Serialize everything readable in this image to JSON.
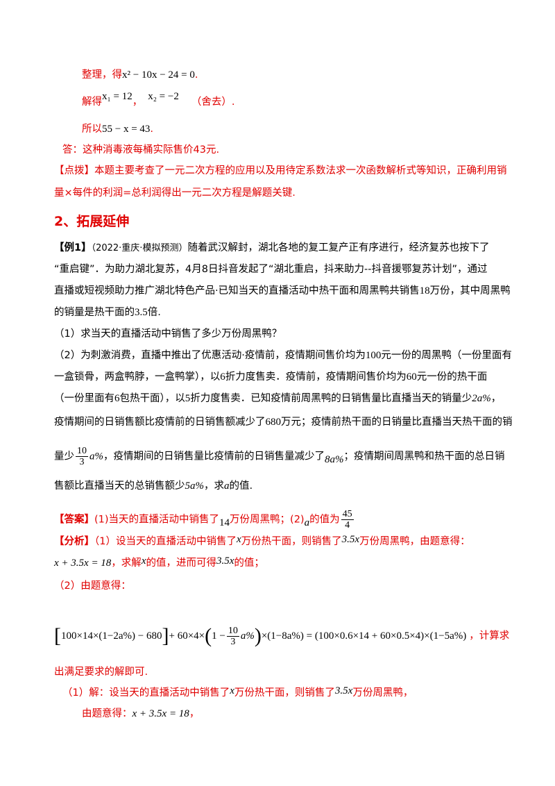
{
  "solution_part1": {
    "tidy_label": "整理，得",
    "tidy_eq": "x² − 10x − 24 = 0",
    "tidy_end": ".",
    "solve_label": "解得",
    "x1": "x₁ = 12",
    "sep": "，",
    "x2": "x₂ = −2",
    "discard": "（舍去）.",
    "so_label": "所以",
    "so_eq": "55 − x = 43",
    "so_end": ".",
    "answer": "答：这种消毒液每桶实际售价43元."
  },
  "tip": {
    "line1": "【点拨】本题主要考查了一元二次方程的应用以及用待定系数法求一次函数解析式等知识，正确利用销",
    "line2": "量×每件的利润=总利润得出一元二次方程是解题关键."
  },
  "section_title": "2、拓展延伸",
  "example": {
    "tag": "【例1】",
    "src": "（2022·重庆·模拟预测）",
    "l1": "随着武汉解封，湖北各地的复工复产正有序进行，经济复苏也按下了",
    "l2": "“重启键”．为助力湖北复苏，4月8日抖音发起了“湖北重启，抖来助力--抖音援鄂复苏计划”，通过",
    "l3a": "直播或短视频助力推广湖北特色产品·已知当天的直播活动中热干面和周黑鸭共销售",
    "l3n": "18",
    "l3b": "万份，其中周黑鸭",
    "l4a": "的销量是热干面的",
    "l4n": "3.5",
    "l4b": "倍.",
    "q1": "（1）求当天的直播活动中销售了多少万份周黑鸭？",
    "q2a": "（2）为刺激消费，直播中推出了优惠活动·疫情前，疫情期间售价均为",
    "q2n": "100",
    "q2b": "元一份的周黑鸭（一份里面有",
    "q3a": "一盒锁骨，两盒鸭脖，一盒鸭掌），以",
    "q3n": "6",
    "q3b": "折力度售卖．疫情前，疫情期间售价均为",
    "q3n2": "60",
    "q3c": "元一份的热干面",
    "q4a": "（一份里面有",
    "q4n": "6",
    "q4b": "包热干面），以",
    "q4n2": "5",
    "q4c": "折力度售卖．已知疫情前周黑鸭的日销售量比直播当天的销量少",
    "q4m": "2a%",
    "q4d": "，",
    "q5a": "疫情期间的日销售额比疫情前的日销售额减少了",
    "q5n": "680",
    "q5b": "万元；疫情前热干面的日销量比直播当天热干面的销",
    "q6a": "量少",
    "q6fn": "10",
    "q6fd": "3",
    "q6m": "a%",
    "q6b": "，疫情期间的日销售量比疫情前的日销售量减少了",
    "q6m2": "8a%",
    "q6c": "；疫情期间周黑鸭和热干面的总日销",
    "q7a": "售额比直播当天的总销售额少",
    "q7m": "5a%",
    "q7b": "，求",
    "q7m2": "a",
    "q7c": "的值."
  },
  "answer_block": {
    "tag": "【答案】",
    "a1": "(1)当天的直播活动中销售了",
    "a1n": "14",
    "a1b": "万份周黑鸭；(2)",
    "a1m": "a",
    "a1c": "的值为",
    "fn": "45",
    "fd": "4"
  },
  "analysis": {
    "tag": "【分析】",
    "l1a": "（1）设当天的直播活动中销售了",
    "l1m": "x",
    "l1b": "万份热干面，则销售了",
    "l1m2": "3.5x",
    "l1c": "万份周黑鸭，由题意得：",
    "l2eq": "x + 3.5x = 18",
    "l2a": "，求解",
    "l2m": "x",
    "l2b": "的值，进而可得",
    "l2m2": "3.5x",
    "l2c": "的值；",
    "l3": "（2）由题意得：",
    "eq_a": "100×14×(1−2a%) − 680",
    "eq_b": "+ 60×4×",
    "eq_c": "1 −",
    "eq_fn": "10",
    "eq_fd": "3",
    "eq_d": "a%",
    "eq_e": "×(1−8a%) = (100×0.6×14 + 60×0.5×4)×(1−5a%)",
    "eq_tail": "，计算求",
    "l5": "出满足要求的解即可."
  },
  "solution2": {
    "l1a": "（1）解：设当天的直播活动中销售了",
    "l1m": "x",
    "l1b": "万份热干面，则销售了",
    "l1m2": "3.5x",
    "l1c": "万份周黑鸭，",
    "l2a": "由题意得：",
    "l2eq": "x + 3.5x = 18",
    "l2b": "，"
  }
}
